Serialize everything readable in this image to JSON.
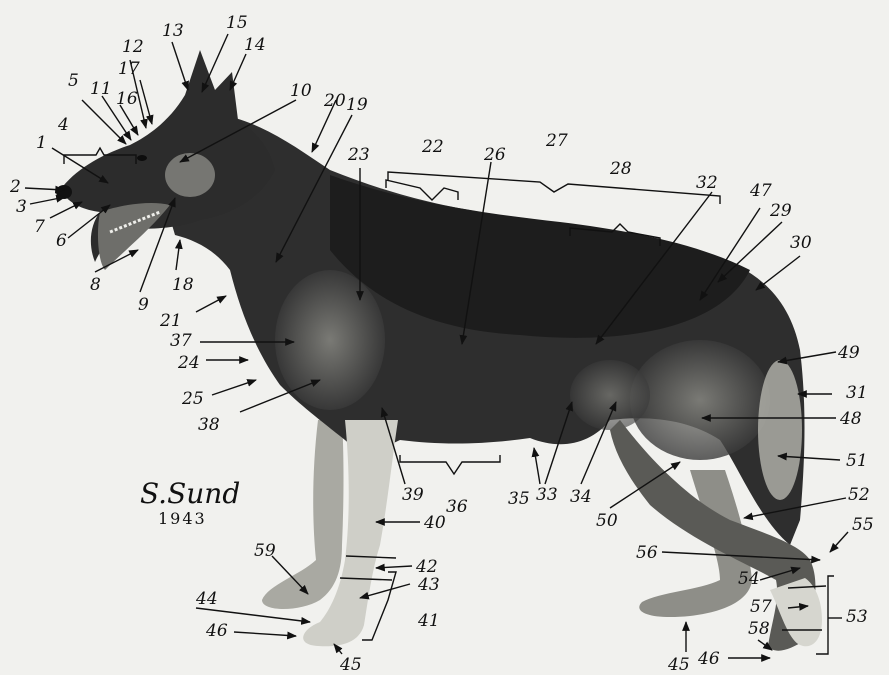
{
  "signature": {
    "name": "S.Sund",
    "year": "1943"
  },
  "labels": [
    {
      "id": "1",
      "text": "1"
    },
    {
      "id": "2",
      "text": "2"
    },
    {
      "id": "3",
      "text": "3"
    },
    {
      "id": "4",
      "text": "4"
    },
    {
      "id": "5",
      "text": "5"
    },
    {
      "id": "6",
      "text": "6"
    },
    {
      "id": "7",
      "text": "7"
    },
    {
      "id": "8",
      "text": "8"
    },
    {
      "id": "9",
      "text": "9"
    },
    {
      "id": "10",
      "text": "10"
    },
    {
      "id": "11",
      "text": "11"
    },
    {
      "id": "12",
      "text": "12"
    },
    {
      "id": "13",
      "text": "13"
    },
    {
      "id": "14",
      "text": "14"
    },
    {
      "id": "15",
      "text": "15"
    },
    {
      "id": "16",
      "text": "16"
    },
    {
      "id": "17",
      "text": "17"
    },
    {
      "id": "18",
      "text": "18"
    },
    {
      "id": "19",
      "text": "19"
    },
    {
      "id": "20",
      "text": "20"
    },
    {
      "id": "21",
      "text": "21"
    },
    {
      "id": "22",
      "text": "22"
    },
    {
      "id": "23",
      "text": "23"
    },
    {
      "id": "24",
      "text": "24"
    },
    {
      "id": "25",
      "text": "25"
    },
    {
      "id": "26",
      "text": "26"
    },
    {
      "id": "27",
      "text": "27"
    },
    {
      "id": "28",
      "text": "28"
    },
    {
      "id": "29",
      "text": "29"
    },
    {
      "id": "30",
      "text": "30"
    },
    {
      "id": "31",
      "text": "31"
    },
    {
      "id": "32",
      "text": "32"
    },
    {
      "id": "33",
      "text": "33"
    },
    {
      "id": "34",
      "text": "34"
    },
    {
      "id": "35",
      "text": "35"
    },
    {
      "id": "36",
      "text": "36"
    },
    {
      "id": "37",
      "text": "37"
    },
    {
      "id": "38",
      "text": "38"
    },
    {
      "id": "39",
      "text": "39"
    },
    {
      "id": "40",
      "text": "40"
    },
    {
      "id": "41",
      "text": "41"
    },
    {
      "id": "42",
      "text": "42"
    },
    {
      "id": "43",
      "text": "43"
    },
    {
      "id": "44",
      "text": "44"
    },
    {
      "id": "45a",
      "text": "45"
    },
    {
      "id": "45b",
      "text": "45"
    },
    {
      "id": "46a",
      "text": "46"
    },
    {
      "id": "46b",
      "text": "46"
    },
    {
      "id": "47",
      "text": "47"
    },
    {
      "id": "48",
      "text": "48"
    },
    {
      "id": "49",
      "text": "49"
    },
    {
      "id": "50",
      "text": "50"
    },
    {
      "id": "51",
      "text": "51"
    },
    {
      "id": "52",
      "text": "52"
    },
    {
      "id": "53",
      "text": "53"
    },
    {
      "id": "54",
      "text": "54"
    },
    {
      "id": "55",
      "text": "55"
    },
    {
      "id": "56",
      "text": "56"
    },
    {
      "id": "57",
      "text": "57"
    },
    {
      "id": "58",
      "text": "58"
    },
    {
      "id": "59",
      "text": "59"
    }
  ],
  "colors": {
    "paper": "#f1f1ee",
    "coat_dark": "#2a2a2a",
    "coat_saddle": "#1f1f1f",
    "coat_tan": "#7b7b76",
    "coat_light": "#b9b9b2",
    "legs": "#c9c9c2",
    "ink": "#111111"
  }
}
